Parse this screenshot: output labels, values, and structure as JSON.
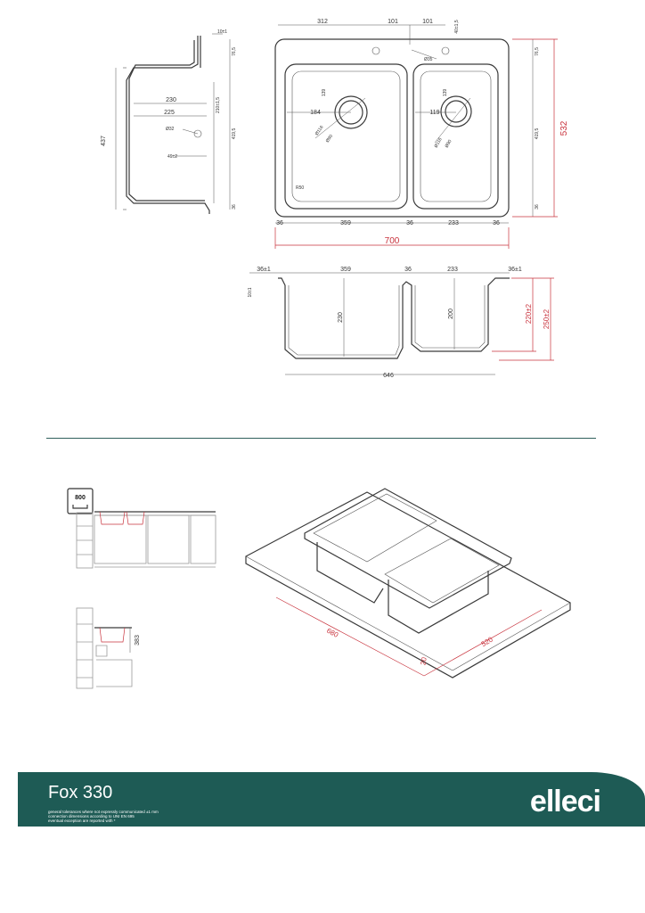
{
  "section_view": {
    "dims": [
      "10±1",
      "76,5",
      "437",
      "230",
      "225",
      "210±1,5",
      "419,5",
      "Ø32",
      "49±2",
      "36"
    ]
  },
  "top_view": {
    "dims": [
      "312",
      "101",
      "101",
      "40±1,5",
      "Ø35",
      "139",
      "184",
      "Ø116",
      "Ø90",
      "R50",
      "139",
      "119",
      "Ø116",
      "Ø90",
      "76,5",
      "419,5",
      "36"
    ],
    "bottom_dims": [
      "36",
      "359",
      "36",
      "233",
      "36"
    ],
    "overall_width": "700",
    "overall_height": "532"
  },
  "front_section": {
    "dims": [
      "36±1",
      "359",
      "36",
      "233",
      "36±1",
      "10±1",
      "230",
      "200",
      "646"
    ],
    "depth_dims": [
      "220±2",
      "250±2"
    ]
  },
  "cabinet_view": {
    "cabinet_badge": "800"
  },
  "side_view": {
    "height": "383"
  },
  "iso_view": {
    "cutout_length": "680",
    "cutout_width": "520",
    "offset": "20"
  },
  "footer": {
    "product_name": "Fox 330",
    "notes": [
      "general tolerances where not expressly communicated ±1 mm",
      "connection dimensions according to UNI EN 695",
      "eventual exception are reported with *"
    ],
    "brand": "elleci"
  },
  "colors": {
    "footer_bg": "#1e5b55",
    "accent_red": "#c8323c",
    "line": "#3a3a3a"
  }
}
